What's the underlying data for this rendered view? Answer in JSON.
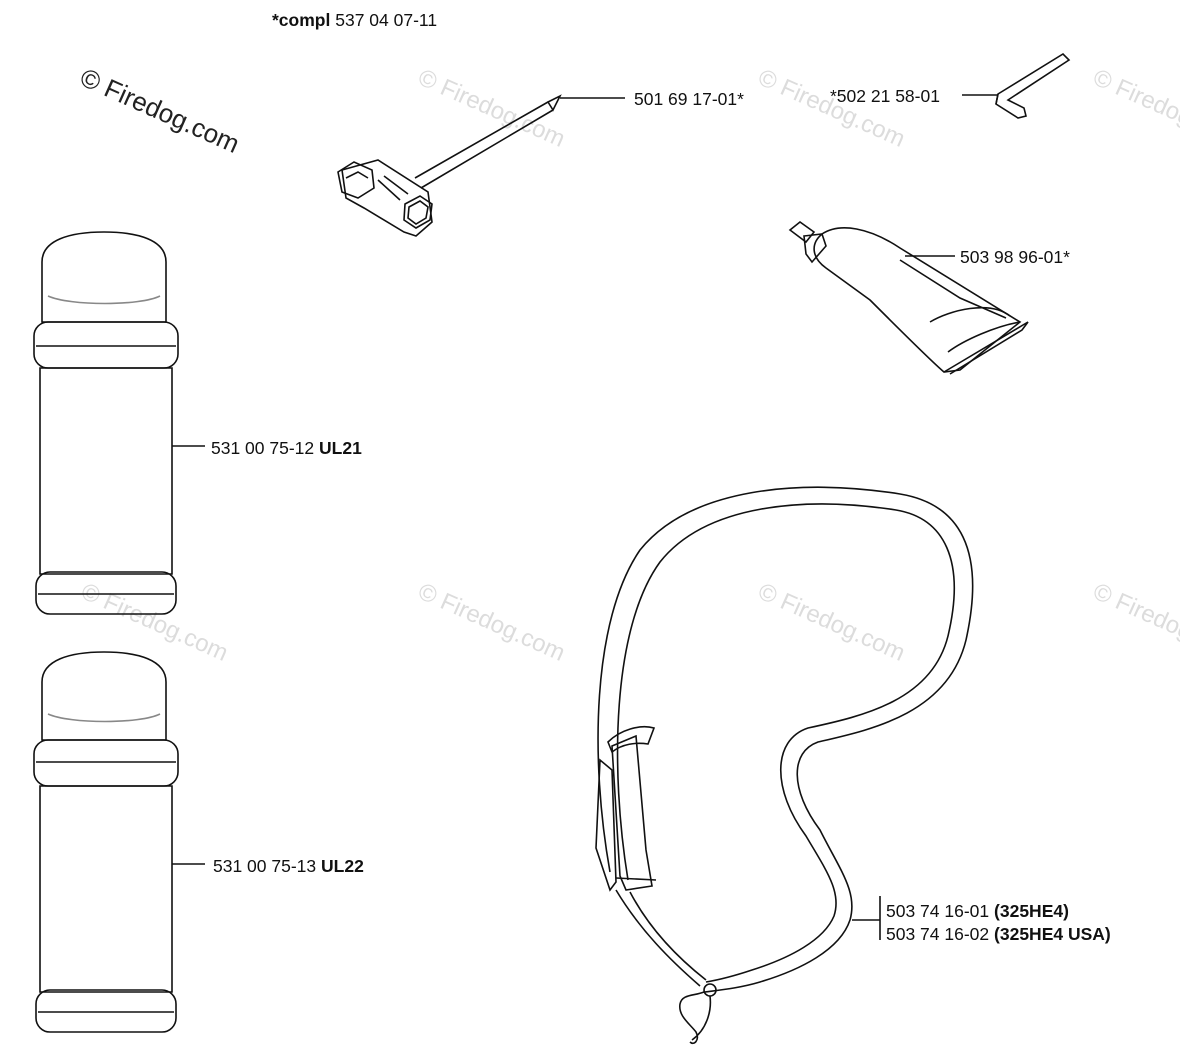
{
  "header": {
    "compl_prefix": "*compl",
    "compl_number": "537 04 07-11"
  },
  "watermark": {
    "text": "© Firedog.com"
  },
  "parts": [
    {
      "id": "combi-spanner",
      "number": "501 69 17-01*",
      "suffix": ""
    },
    {
      "id": "hex-key",
      "number": "*502 21 58-01",
      "suffix": ""
    },
    {
      "id": "grease-tube",
      "number": "503 98 96-01*",
      "suffix": ""
    },
    {
      "id": "spray-can-1",
      "number": "531 00 75-12",
      "suffix": "UL21"
    },
    {
      "id": "spray-can-2",
      "number": "531 00 75-13",
      "suffix": "UL22"
    },
    {
      "id": "harness-1",
      "number": "503 74 16-01",
      "suffix": "(325HE4)"
    },
    {
      "id": "harness-2",
      "number": "503 74 16-02",
      "suffix": "(325HE4 USA)"
    }
  ]
}
